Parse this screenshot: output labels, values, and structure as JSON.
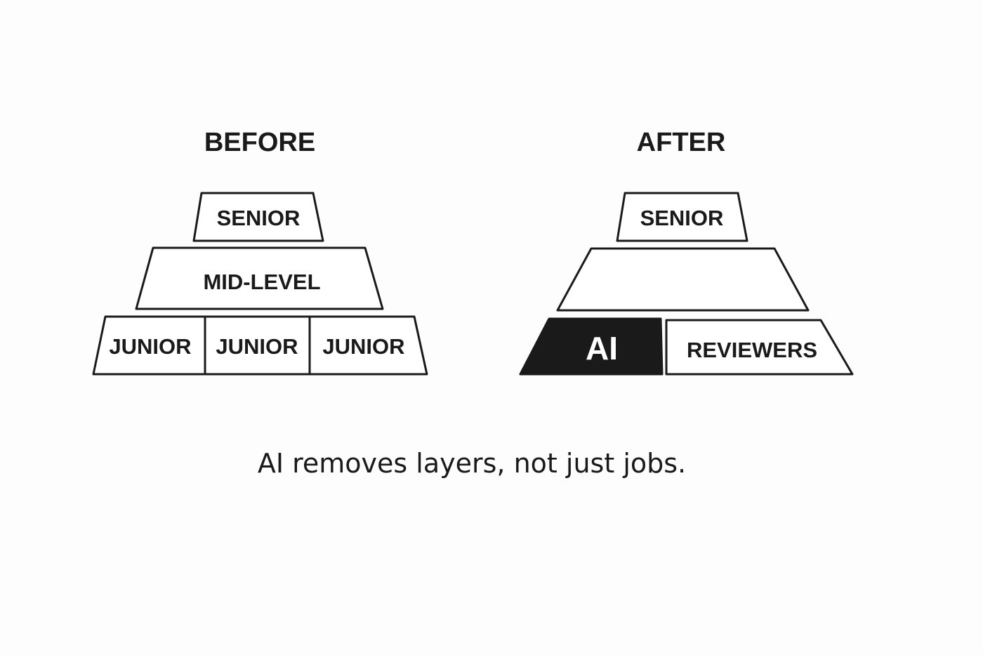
{
  "before": {
    "heading": "BEFORE",
    "tiers": {
      "senior": "SENIOR",
      "mid": "MID-LEVEL",
      "juniors": [
        "JUNIOR",
        "JUNIOR",
        "JUNIOR"
      ]
    }
  },
  "after": {
    "heading": "AFTER",
    "tiers": {
      "senior": "SENIOR",
      "mid": "",
      "ai": "AI",
      "reviewers": "REVIEWERS"
    }
  },
  "caption": "AI removes layers, not just jobs.",
  "colors": {
    "ink": "#1a1a1a",
    "box_fill": "#ffffff",
    "ai_fill": "#1a1a1a",
    "ai_text": "#ffffff",
    "background": "#fdfdfd"
  }
}
